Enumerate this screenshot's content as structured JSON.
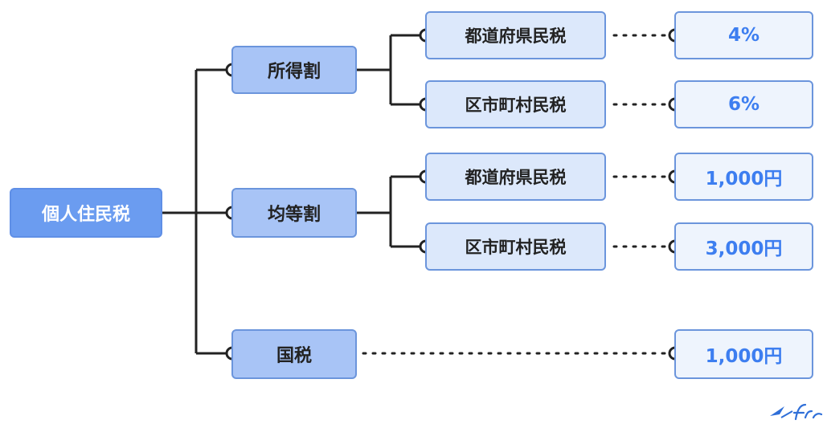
{
  "root": {
    "label": "個人住民税"
  },
  "branches": [
    {
      "label": "所得割",
      "children": [
        {
          "label": "都道府県民税",
          "value": "4%"
        },
        {
          "label": "区市町村民税",
          "value": "6%"
        }
      ]
    },
    {
      "label": "均等割",
      "children": [
        {
          "label": "都道府県民税",
          "value": "1,000円"
        },
        {
          "label": "区市町村民税",
          "value": "3,000円"
        }
      ]
    },
    {
      "label": "国税",
      "value": "1,000円"
    }
  ],
  "colors": {
    "accent": "#3d7ef0",
    "root_fill": "#6b9cf0",
    "branch_fill": "#a8c4f6",
    "leaf_fill": "#dce8fb",
    "line": "#222222"
  },
  "logo": {
    "icon": "freee-logo-icon"
  }
}
